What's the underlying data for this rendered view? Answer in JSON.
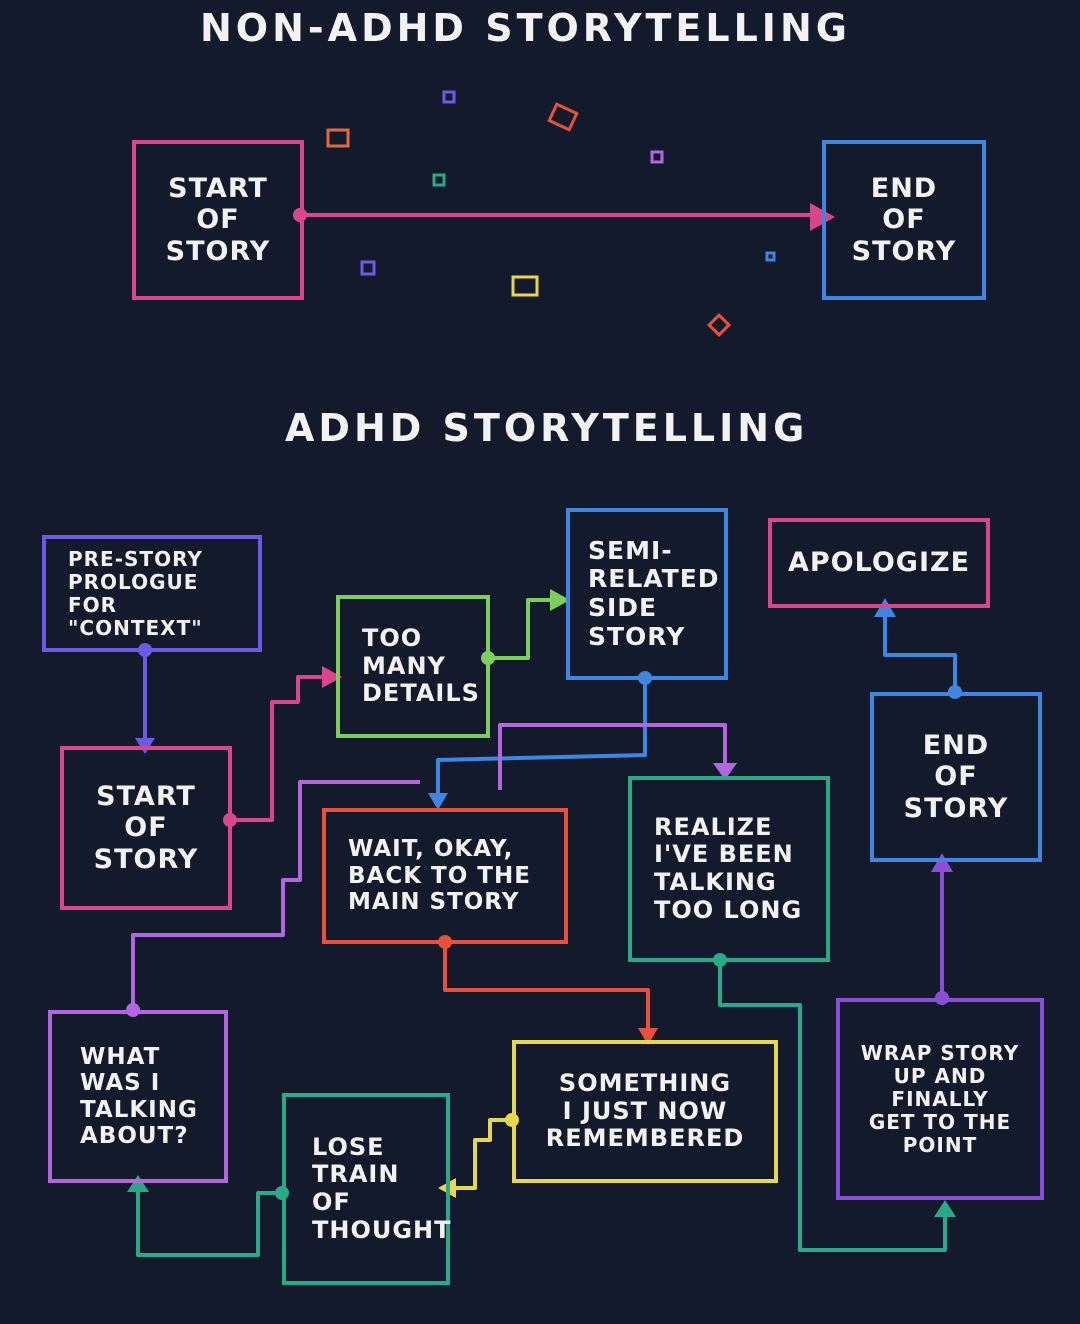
{
  "top_title": "NON-ADHD STORYTELLING",
  "top": {
    "start": "START\nOF\nSTORY",
    "end": "END\nOF\nSTORY"
  },
  "adhd_title": "ADHD STORYTELLING",
  "adhd": {
    "prologue": "PRE-STORY\nPROLOGUE\nFOR \"CONTEXT\"",
    "start": "START\nOF\nSTORY",
    "too_many": "TOO\nMANY\nDETAILS",
    "side_story": "SEMI-\nRELATED\nSIDE\nSTORY",
    "apologize": "APOLOGIZE",
    "end": "END\nOF\nSTORY",
    "wait_okay": "WAIT, OKAY,\nBACK TO THE\nMAIN STORY",
    "realize": "REALIZE\nI'VE BEEN\nTALKING\nTOO LONG",
    "what_was_i": "WHAT\nWAS I\nTALKING\nABOUT?",
    "something": "SOMETHING\nI JUST NOW\nREMEMBERED",
    "lose_train": "LOSE\nTRAIN\nOF\nTHOUGHT",
    "wrap_up": "WRAP STORY\nUP AND\nFINALLY\nGET TO THE\nPOINT"
  },
  "colors": {
    "background": "#131a2b",
    "pink": "#d9478a",
    "blue": "#3f86e0",
    "indigo": "#6a5ae6",
    "green": "#7ccf5a",
    "red": "#e8503a",
    "teal": "#2aa88a",
    "violet": "#b266e0",
    "yellow": "#e6d84a",
    "purple": "#8a4fd6"
  }
}
